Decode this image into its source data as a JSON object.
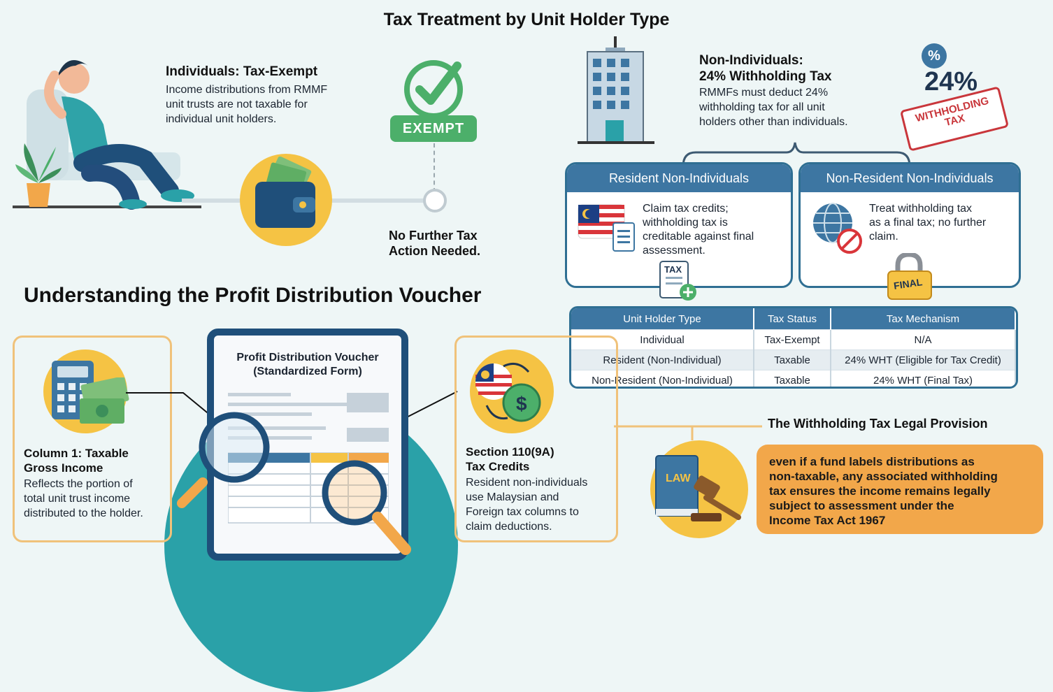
{
  "title": "Tax Treatment by Unit Holder Type",
  "individuals": {
    "heading": "Individuals: Tax-Exempt",
    "description_lines": [
      "Income distributions from RMMF",
      "unit trusts are not taxable for",
      "individual unit holders."
    ],
    "badge": "EXEMPT",
    "no_action_lines": [
      "No Further Tax",
      "Action Needed."
    ]
  },
  "non_individuals": {
    "heading_lines": [
      "Non-Individuals:",
      "24% Withholding Tax"
    ],
    "description_lines": [
      "RMMFs must deduct 24%",
      "withholding tax for all unit",
      "holders other than individuals."
    ],
    "percent_symbol": "%",
    "rate": "24%",
    "stamp_lines": [
      "WITHHOLDING",
      "TAX"
    ]
  },
  "resident_card": {
    "title": "Resident Non-Individuals",
    "text_lines": [
      "Claim tax credits;",
      "withholding tax is",
      "creditable against final",
      "assessment."
    ],
    "doc_label": "TAX"
  },
  "nonresident_card": {
    "title": "Non-Resident Non-Individuals",
    "text_lines": [
      "Treat withholding tax",
      "as a final tax; no further",
      "claim."
    ],
    "lock_label": "FINAL"
  },
  "table": {
    "headers": [
      "Unit Holder Type",
      "Tax Status",
      "Tax Mechanism"
    ],
    "rows": [
      [
        "Individual",
        "Tax-Exempt",
        "N/A"
      ],
      [
        "Resident (Non-Individual)",
        "Taxable",
        "24% WHT (Eligible for Tax Credit)"
      ],
      [
        "Non-Resident (Non-Individual)",
        "Taxable",
        "24% WHT (Final Tax)"
      ]
    ]
  },
  "voucher_section": {
    "heading": "Understanding the Profit Distribution Voucher",
    "voucher_title_lines": [
      "Profit Distribution Voucher",
      "(Standardized Form)"
    ]
  },
  "column1": {
    "heading_lines": [
      "Column 1: Taxable",
      "Gross Income"
    ],
    "text_lines": [
      "Reflects the portion of",
      "total unit trust income",
      "distributed to the holder."
    ]
  },
  "section110": {
    "heading_lines": [
      "Section 110(9A)",
      "Tax Credits"
    ],
    "text_lines": [
      "Resident non-individuals",
      "use Malaysian and",
      "Foreign tax columns to",
      "claim deductions."
    ],
    "currency_symbol": "$"
  },
  "legal": {
    "heading": "The Withholding Tax Legal Provision",
    "law_label": "LAW",
    "text_lines": [
      "even if a fund labels distributions as",
      "non-taxable, any associated withholding",
      "tax ensures the income remains legally",
      "subject to assessment under the",
      "Income Tax Act 1967"
    ]
  },
  "colors": {
    "navy": "#1f4f7a",
    "blue": "#3d76a2",
    "green": "#4caf6a",
    "orange": "#f2a74a",
    "yellow": "#f5c344",
    "red": "#c9363b",
    "teal": "#2aa1a8"
  },
  "icons": [
    "person-relaxing-icon",
    "plant-icon",
    "wallet-icon",
    "checkmark-icon",
    "building-icon",
    "percent-icon",
    "flag-icon",
    "document-icon",
    "globe-icon",
    "prohibit-icon",
    "lock-icon",
    "calculator-icon",
    "cash-icon",
    "magnifier-icon",
    "coin-icon",
    "law-book-icon",
    "gavel-icon"
  ]
}
